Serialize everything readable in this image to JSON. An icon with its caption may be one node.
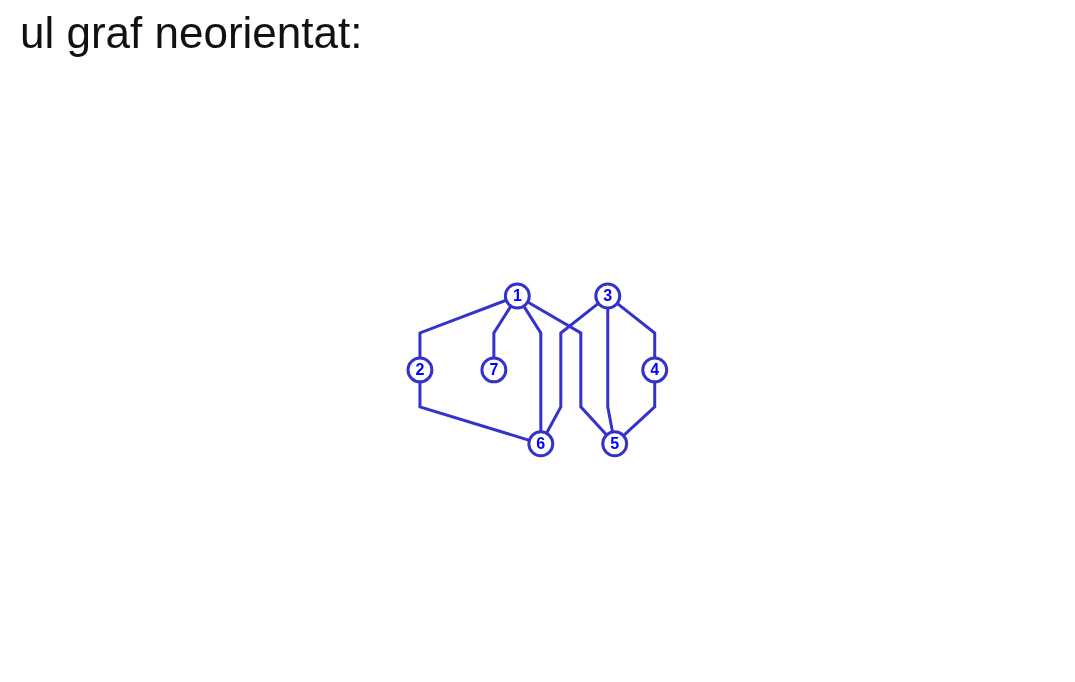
{
  "diagram": {
    "title": "ul graf neorientat:",
    "nodes": [
      {
        "text": [
          "2"
        ]
      },
      {
        "text": [
          "1"
        ]
      },
      {
        "text": [
          "3"
        ]
      },
      {
        "text": [
          "7"
        ]
      },
      {
        "text": [
          "4"
        ]
      },
      {
        "text": [
          "6"
        ]
      },
      {
        "text": [
          "5"
        ]
      }
    ],
    "edges": [
      {
        "from": 1,
        "to": 0,
        "arrow": "none"
      },
      {
        "from": 0,
        "to": 5,
        "arrow": "none"
      },
      {
        "from": 1,
        "to": 3,
        "arrow": "none"
      },
      {
        "from": 1,
        "to": 5,
        "arrow": "none"
      },
      {
        "from": 1,
        "to": 6,
        "arrow": "none"
      },
      {
        "from": 2,
        "to": 5,
        "arrow": "none"
      },
      {
        "from": 2,
        "to": 6,
        "arrow": "none"
      },
      {
        "from": 2,
        "to": 4,
        "arrow": "none"
      },
      {
        "from": 4,
        "to": 6,
        "arrow": "none"
      }
    ]
  }
}
